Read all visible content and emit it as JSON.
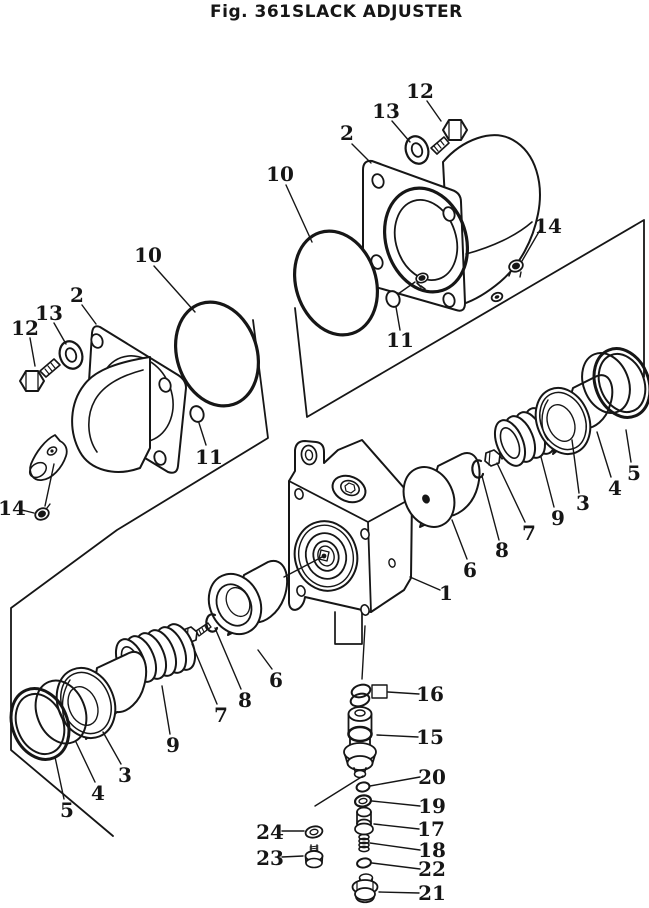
{
  "figure": {
    "fig_label": "Fig. 361",
    "title": "SLACK ADJUSTER"
  },
  "colors": {
    "ink": "#161616",
    "paper": "#ffffff"
  },
  "callouts": [
    "12",
    "13",
    "2",
    "10",
    "14",
    "11",
    "10",
    "2",
    "13",
    "12",
    "14",
    "11",
    "9",
    "3",
    "4",
    "5",
    "7",
    "8",
    "6",
    "1",
    "5",
    "4",
    "3",
    "9",
    "7",
    "8",
    "6",
    "16",
    "15",
    "20",
    "19",
    "17",
    "18",
    "22",
    "21",
    "24",
    "23"
  ]
}
